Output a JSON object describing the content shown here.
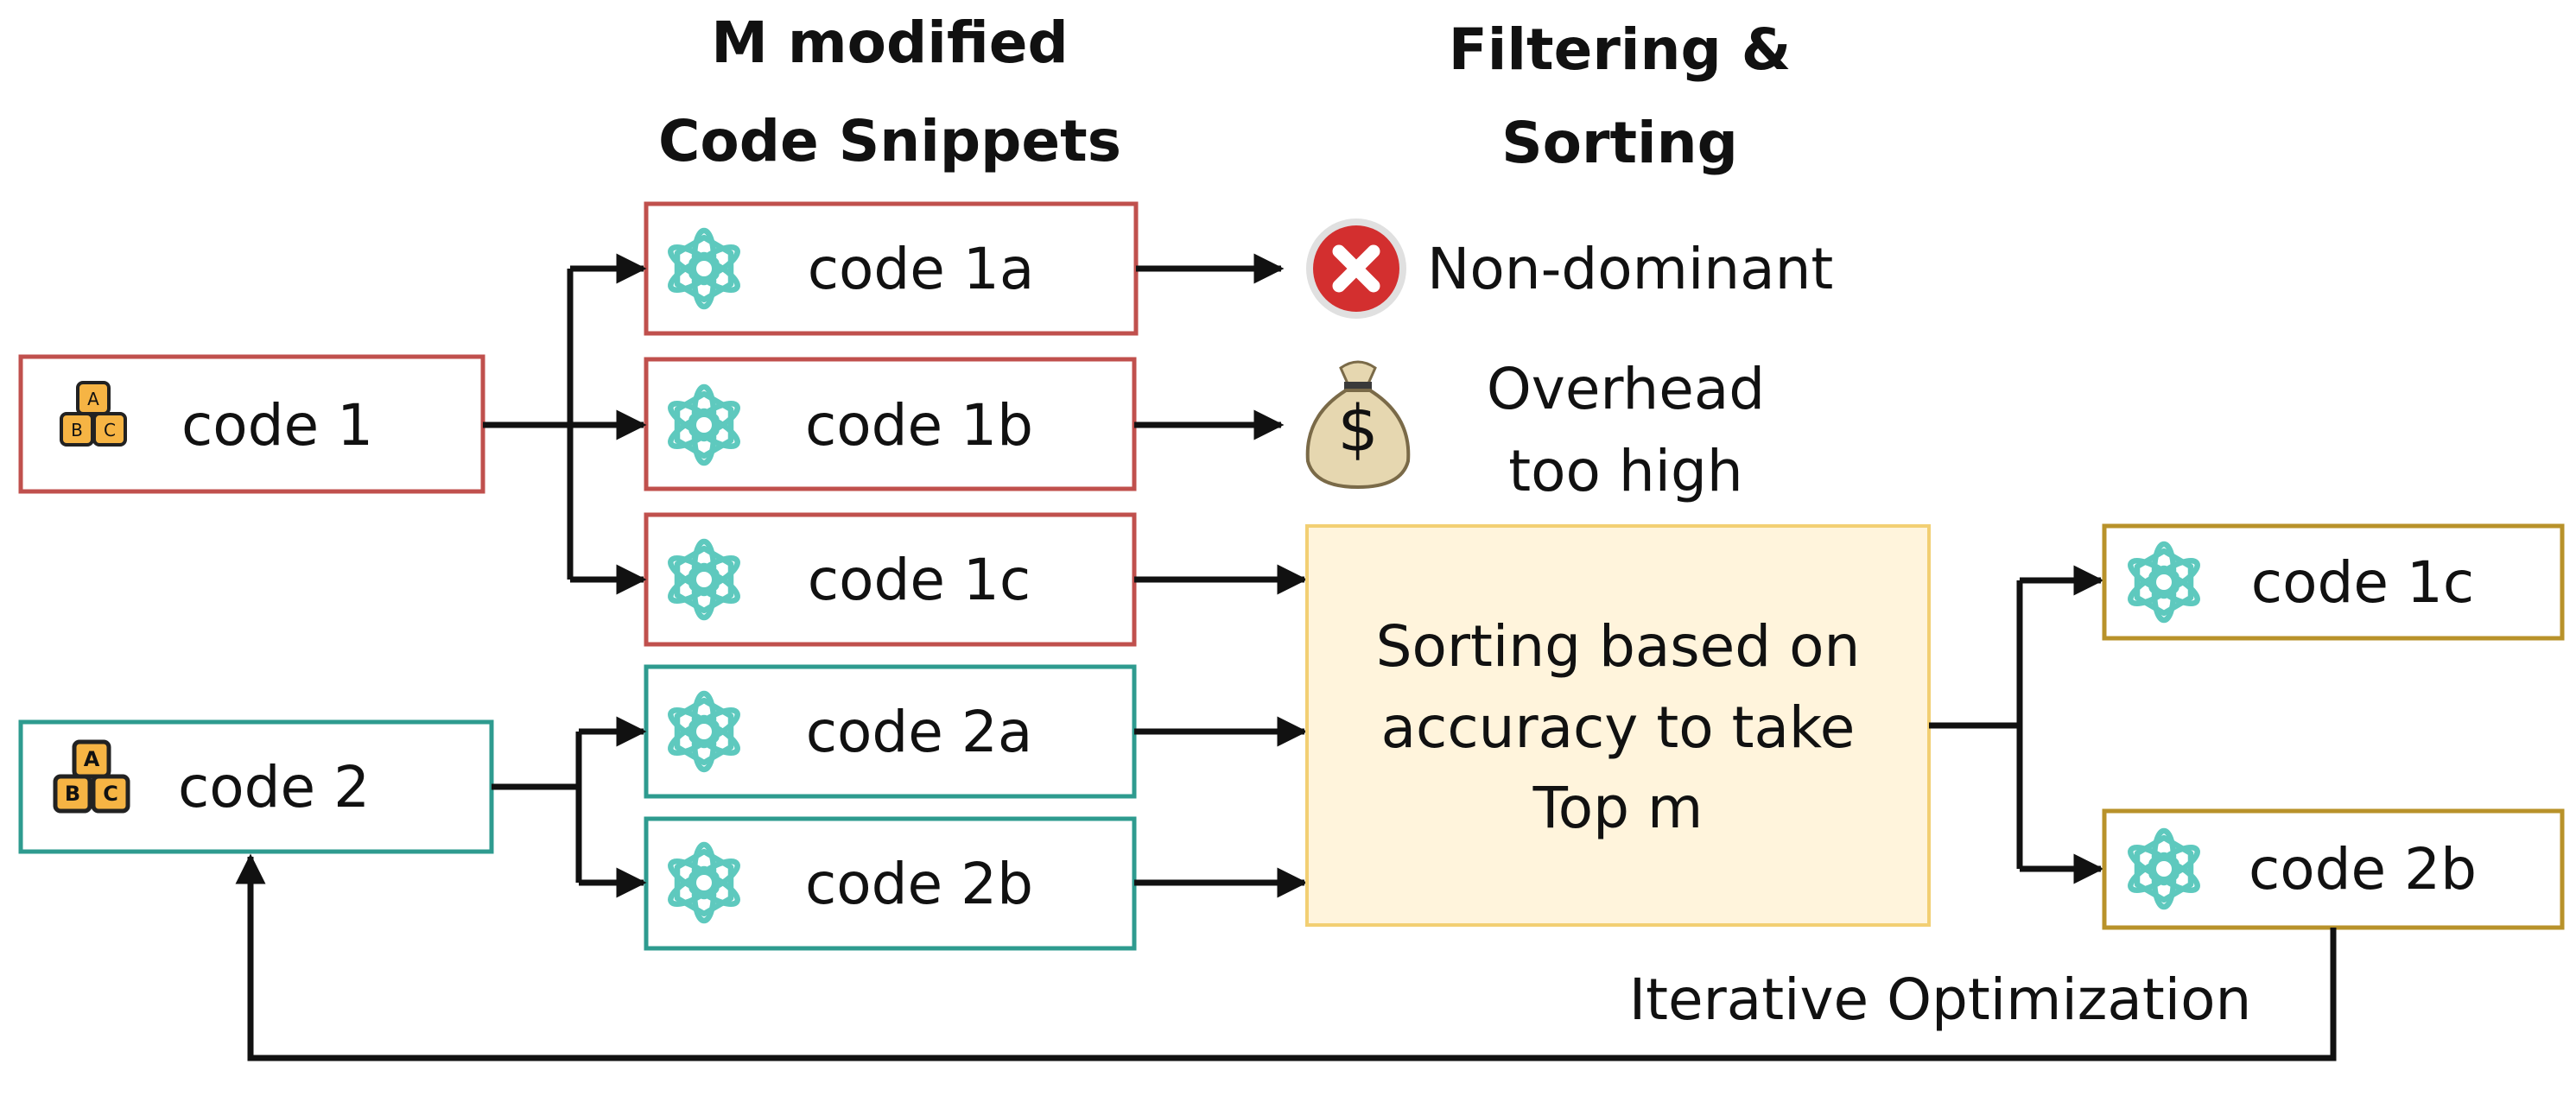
{
  "headers": {
    "modified": [
      "M modified",
      "Code Snippets"
    ],
    "filtering": [
      "Filtering &",
      "Sorting"
    ]
  },
  "inputs": {
    "code1": "code 1",
    "code2": "code 2"
  },
  "snippets": {
    "c1a": "code 1a",
    "c1b": "code 1b",
    "c1c": "code 1c",
    "c2a": "code 2a",
    "c2b": "code 2b"
  },
  "filters": {
    "non_dominant": "Non-dominant",
    "overhead": [
      "Overhead",
      "too high"
    ]
  },
  "sorting": [
    "Sorting based on",
    "accuracy to take",
    "Top m"
  ],
  "outputs": {
    "c1c": "code 1c",
    "c2b": "code 2b"
  },
  "loop_label": "Iterative Optimization",
  "block_letters": [
    "A",
    "B",
    "C"
  ],
  "icons": {
    "snippet": "openai-logo-icon",
    "input": "abc-blocks-icon",
    "reject": "red-x-icon",
    "cost": "money-bag-icon"
  },
  "colors": {
    "red_border": "#c0504d",
    "teal_border": "#2e9b8f",
    "gold_border": "#b8922a",
    "sort_fill": "#fff4dc",
    "sort_border": "#f2cf73",
    "logo": "#5ec9be",
    "block_fill": "#f6b444",
    "reject_red": "#d32f2f",
    "bag": "#e6d7b0"
  }
}
